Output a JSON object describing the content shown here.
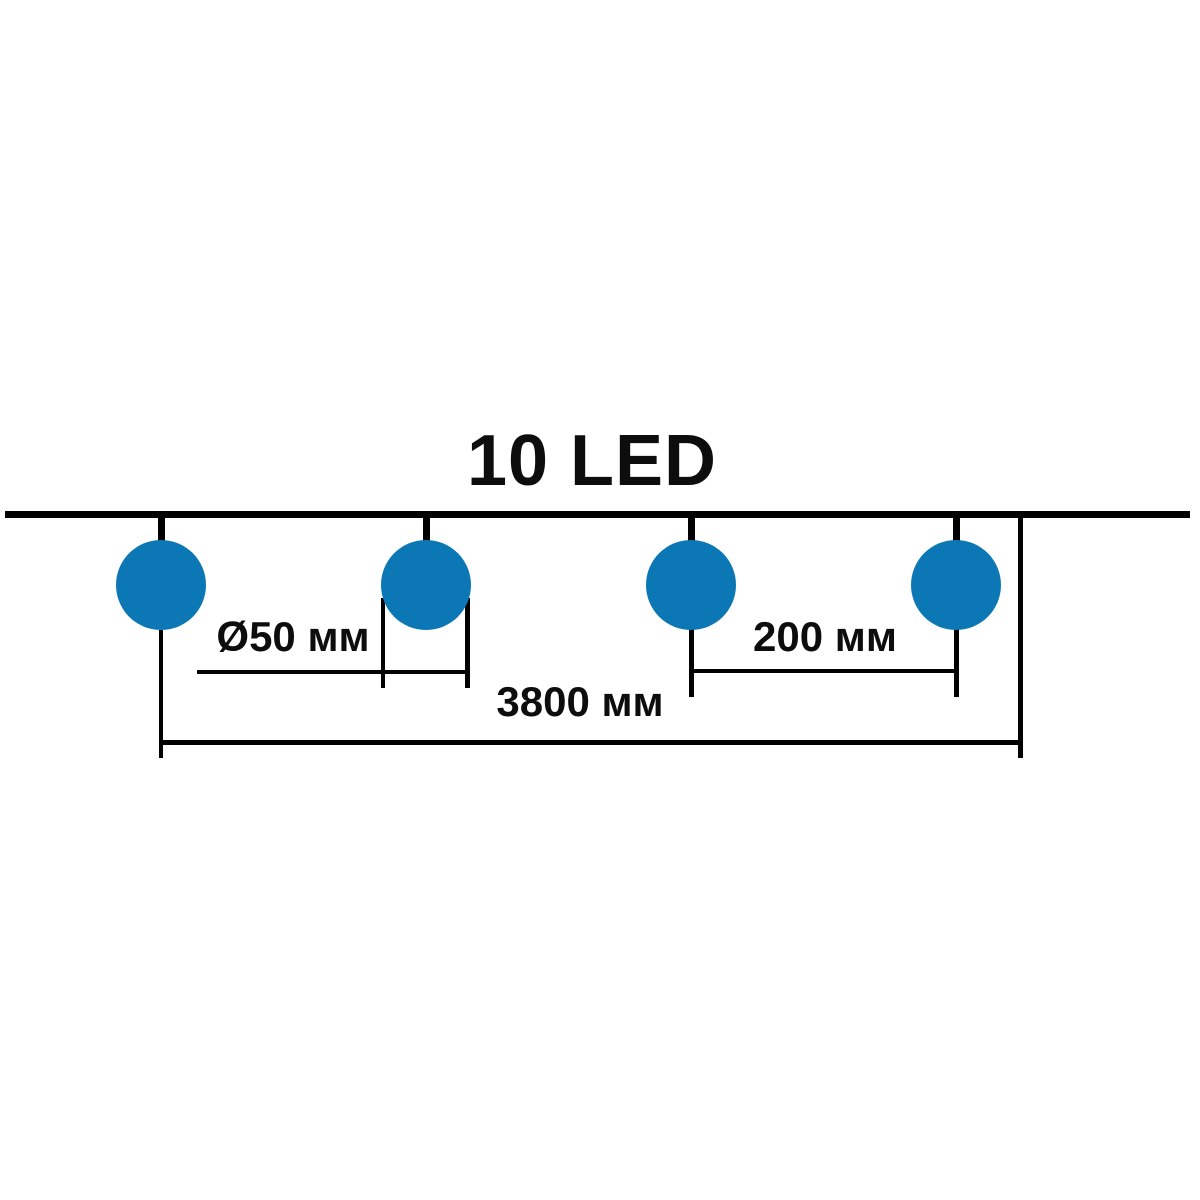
{
  "title": "10 LED",
  "dimensions": {
    "bulb_diameter": "Ø50 мм",
    "bulb_spacing": "200 мм",
    "total_length": "3800 мм"
  },
  "bulbs": {
    "visible_count": 4
  },
  "colors": {
    "bulb_blue": "#0b77b5",
    "line_black": "#000000",
    "text_black": "#0d0d0d",
    "background": "#ffffff"
  }
}
